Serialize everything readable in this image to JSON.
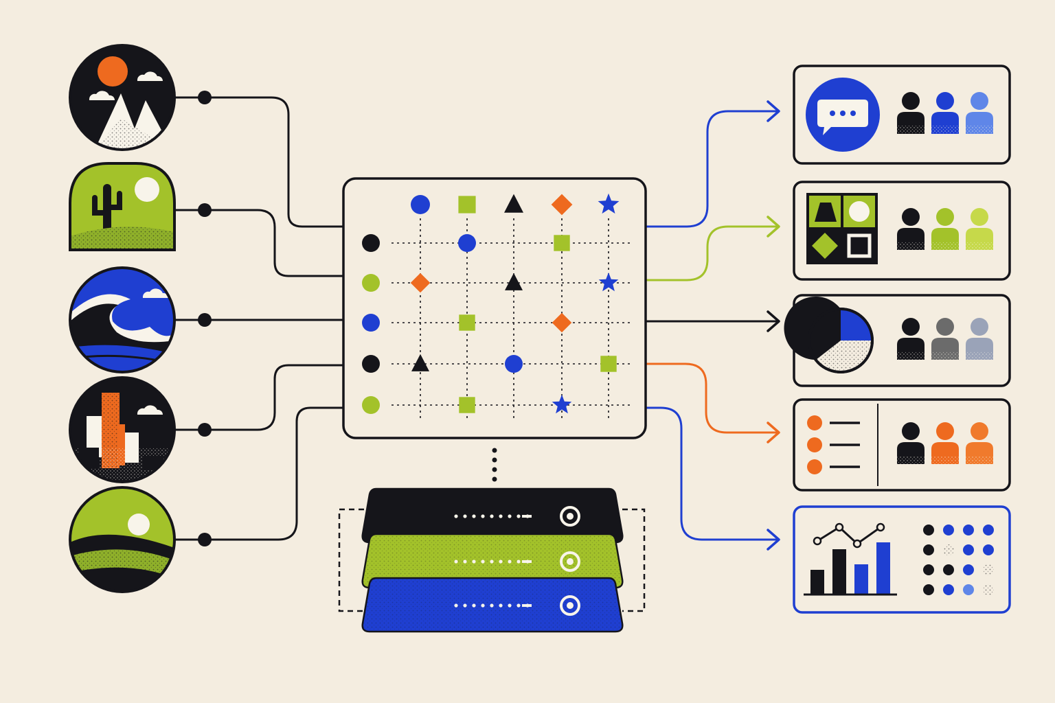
{
  "colors": {
    "background": "#f4ede0",
    "ink": "#15151a",
    "blue": "#1f3fd1",
    "blue_light": "#5f86e8",
    "green": "#a3c22a",
    "green_light": "#c6d94a",
    "orange": "#ee6a1f",
    "orange_light": "#f07a2c",
    "gray": "#6b6b6b",
    "gray_light": "#9aa3b8",
    "cream": "#f4ede0",
    "white": "#f8f4ea"
  },
  "sources": [
    {
      "id": "mountain",
      "icon": "mountain-sun-icon",
      "shape": "circle"
    },
    {
      "id": "desert",
      "icon": "cactus-desert-icon",
      "shape": "arch"
    },
    {
      "id": "wave",
      "icon": "ocean-wave-icon",
      "shape": "circle"
    },
    {
      "id": "city",
      "icon": "city-skyline-icon",
      "shape": "circle"
    },
    {
      "id": "hills",
      "icon": "rolling-hills-icon",
      "shape": "circle"
    }
  ],
  "matrix": {
    "columns": [
      {
        "shape": "circle",
        "color": "blue"
      },
      {
        "shape": "square",
        "color": "green"
      },
      {
        "shape": "triangle",
        "color": "ink"
      },
      {
        "shape": "diamond",
        "color": "orange"
      },
      {
        "shape": "star",
        "color": "blue"
      }
    ],
    "rows": [
      {
        "color": "ink"
      },
      {
        "color": "green"
      },
      {
        "color": "blue"
      },
      {
        "color": "ink"
      },
      {
        "color": "green"
      }
    ],
    "cells": [
      {
        "row": 0,
        "col": 1,
        "shape": "circle",
        "color": "blue"
      },
      {
        "row": 0,
        "col": 3,
        "shape": "square",
        "color": "green"
      },
      {
        "row": 1,
        "col": 0,
        "shape": "diamond",
        "color": "orange"
      },
      {
        "row": 1,
        "col": 2,
        "shape": "triangle",
        "color": "ink"
      },
      {
        "row": 1,
        "col": 4,
        "shape": "star",
        "color": "blue"
      },
      {
        "row": 2,
        "col": 1,
        "shape": "square",
        "color": "green"
      },
      {
        "row": 2,
        "col": 3,
        "shape": "diamond",
        "color": "orange"
      },
      {
        "row": 3,
        "col": 0,
        "shape": "triangle",
        "color": "ink"
      },
      {
        "row": 3,
        "col": 2,
        "shape": "circle",
        "color": "blue"
      },
      {
        "row": 3,
        "col": 4,
        "shape": "square",
        "color": "green"
      },
      {
        "row": 4,
        "col": 1,
        "shape": "square",
        "color": "green"
      },
      {
        "row": 4,
        "col": 3,
        "shape": "star",
        "color": "blue"
      }
    ]
  },
  "storage_layers": [
    {
      "color": "blue",
      "icon": "target-ring-icon"
    },
    {
      "color": "green",
      "icon": "target-ring-icon"
    },
    {
      "color": "ink",
      "icon": "target-ring-icon"
    }
  ],
  "outputs": [
    {
      "id": "chat",
      "icon": "chat-bubble-icon",
      "arrow_color": "blue",
      "people_colors": [
        "ink",
        "blue",
        "blue_light"
      ]
    },
    {
      "id": "shapes",
      "icon": "shape-grid-icon",
      "arrow_color": "green",
      "people_colors": [
        "ink",
        "green",
        "green_light"
      ]
    },
    {
      "id": "pie",
      "icon": "pie-chart-icon",
      "arrow_color": "ink",
      "people_colors": [
        "ink",
        "gray",
        "gray_light"
      ]
    },
    {
      "id": "list",
      "icon": "bullet-list-icon",
      "arrow_color": "orange",
      "people_colors": [
        "ink",
        "orange",
        "orange_light"
      ]
    },
    {
      "id": "analytics",
      "icon": "bar-line-chart-icon",
      "arrow_color": "blue",
      "highlight": true
    }
  ]
}
